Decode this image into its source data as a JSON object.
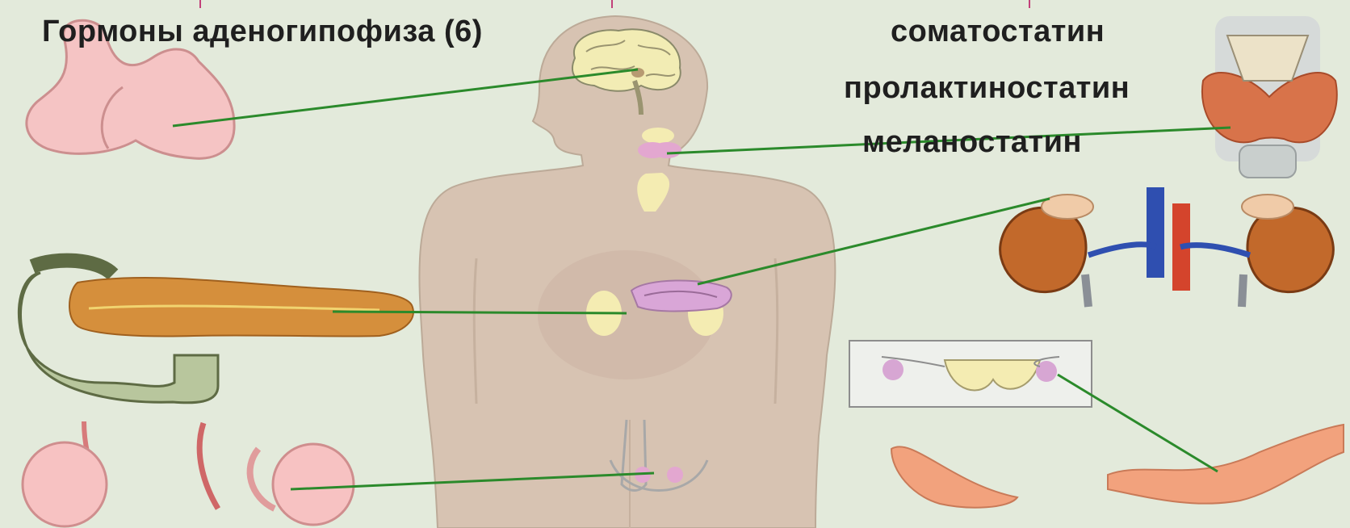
{
  "title": "Гормоны аденогипофиза (6)",
  "hormones": [
    "соматостатин",
    "пролактиностатин",
    "меланостатин"
  ],
  "colors": {
    "background": "#e3eadb",
    "body": "#d7c3b2",
    "leader_line": "#2b8a2b",
    "text": "#1f1f1f"
  }
}
